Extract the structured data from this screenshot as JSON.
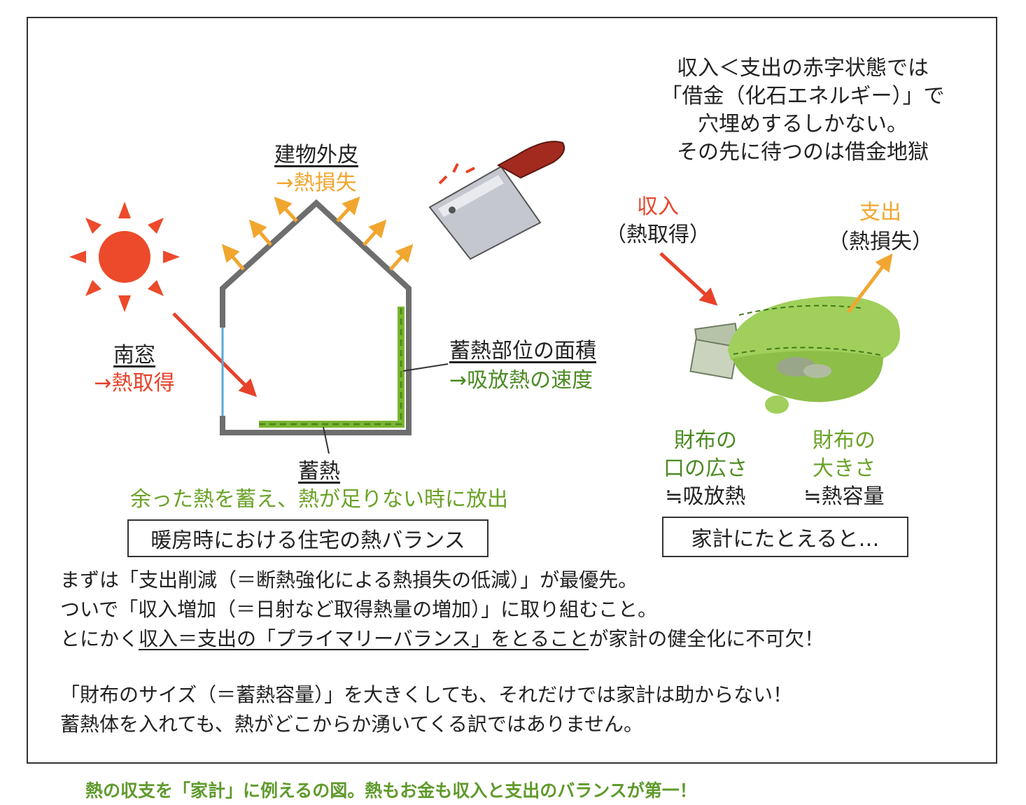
{
  "top_note": [
    "収入＜支出の赤字状態では",
    "「借金（化石エネルギー）」で",
    "穴埋めするしかない。",
    "その先に待つのは借金地獄"
  ],
  "house": {
    "envelope_label": "建物外皮",
    "envelope_sub": "→熱損失",
    "window_label": "南窓",
    "window_sub": "→熱取得",
    "storage_area_label": "蓄熱部位の面積",
    "storage_area_sub": "→吸放熱の速度",
    "storage_label": "蓄熱",
    "storage_sub": "余った熱を蓄え、熱が足りない時に放出",
    "box_label": "暖房時における住宅の熱バランス"
  },
  "wallet": {
    "income_label": "収入",
    "income_sub": "（熱取得）",
    "expense_label": "支出",
    "expense_sub": "（熱損失）",
    "mouth_label_1": "財布の",
    "mouth_label_2": "口の広さ",
    "mouth_eq": "≒吸放熱",
    "size_label_1": "財布の",
    "size_label_2": "大きさ",
    "size_eq": "≒熱容量",
    "box_label": "家計にたとえると…"
  },
  "body": {
    "line1": "まずは「支出削減（＝断熱強化による熱損失の低減）」が最優先。",
    "line2": "ついで「収入増加（＝日射など取得熱量の増加）」に取り組むこと。",
    "line3_pre": "とにかく",
    "line3_underlined": "収入＝支出の「プライマリーバランス」をとること",
    "line3_post": "が家計の健全化に不可欠！",
    "line4": "「財布のサイズ（＝蓄熱容量）」を大きくしても、それだけでは家計は助からない！",
    "line5": "蓄熱体を入れても、熱がどこからか湧いてくる訳ではありません。"
  },
  "caption": "熱の収支を「家計」に例えるの図。熱もお金も収入と支出のバランスが第一！",
  "colors": {
    "gain": "#e8412a",
    "loss": "#f1a62f",
    "storage": "#6aa226",
    "wallet": "#9ccc55",
    "wall": "#6e6e6e"
  }
}
